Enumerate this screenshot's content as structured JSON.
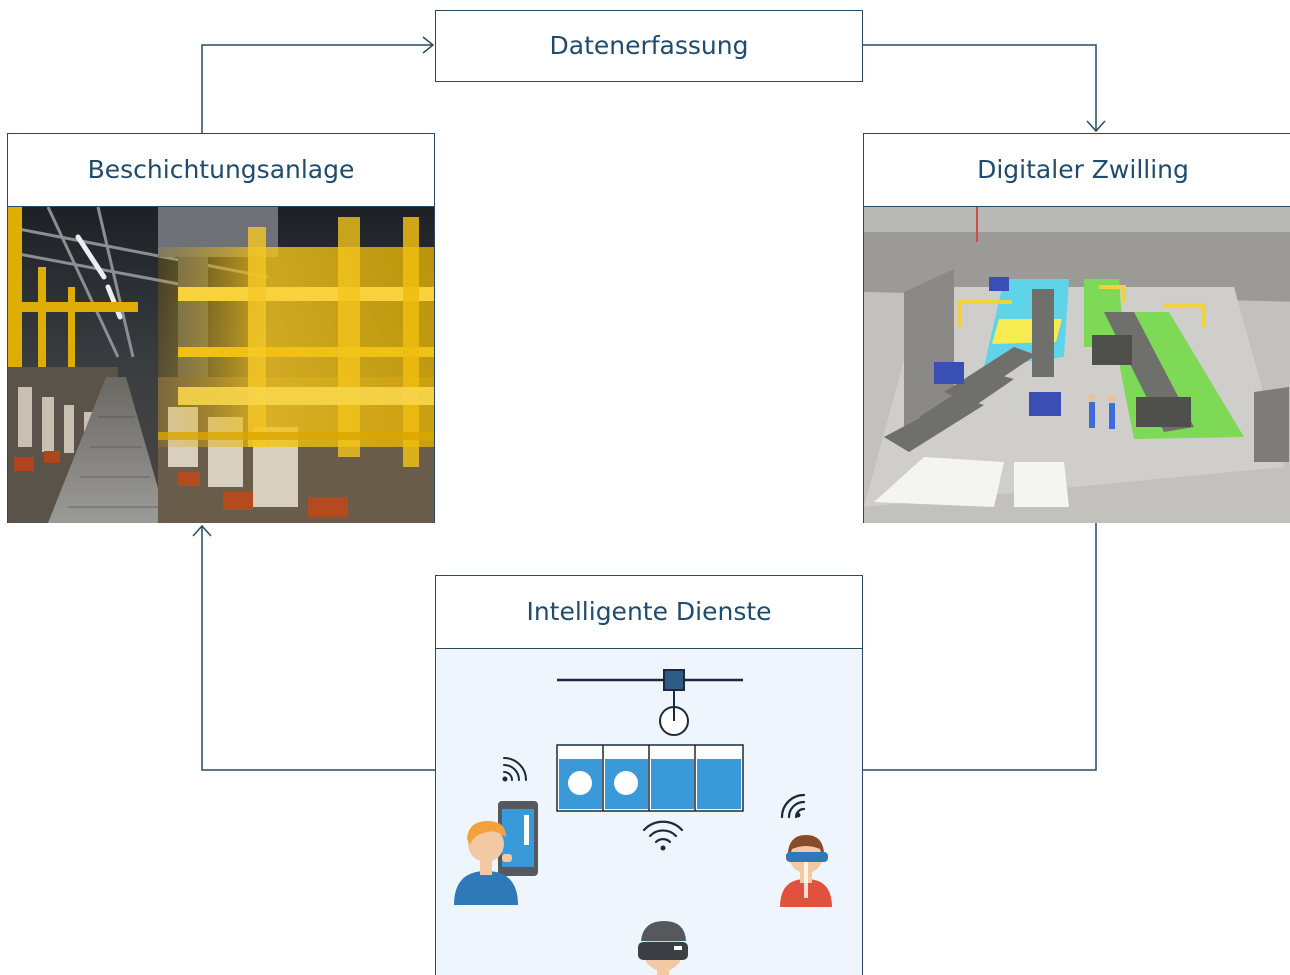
{
  "diagram": {
    "nodes": {
      "datenerfassung": {
        "label": "Datenerfassung"
      },
      "beschichtungsanlage": {
        "label": "Beschichtungsanlage"
      },
      "digitaler_zwilling": {
        "label": "Digitaler Zwilling"
      },
      "intelligente_dienste": {
        "label": "Intelligente Dienste"
      }
    },
    "edges": [
      {
        "from": "beschichtungsanlage",
        "to": "datenerfassung"
      },
      {
        "from": "datenerfassung",
        "to": "digitaler_zwilling"
      },
      {
        "from": "digitaler_zwilling",
        "to": "intelligente_dienste"
      },
      {
        "from": "intelligente_dienste",
        "to": "beschichtungsanlage"
      }
    ]
  },
  "colors": {
    "title_text": "#1f4b6e",
    "border": "#2a4a64",
    "tank_blue": "#3a9ad9",
    "plant_yellow": "#f2c200",
    "twin_green": "#7ed957",
    "twin_cyan": "#5fd3e8",
    "services_bg": "#eef5fc"
  },
  "icons": {
    "beschichtungsanlage": "coating-plant-photo",
    "digitaler_zwilling": "3d-plant-model-render",
    "intelligente_dienste": [
      "hoist-icon",
      "tank-row-icon",
      "tablet-user-icon",
      "vr-user-icon",
      "ar-glasses-user-icon",
      "wifi-icon"
    ]
  }
}
